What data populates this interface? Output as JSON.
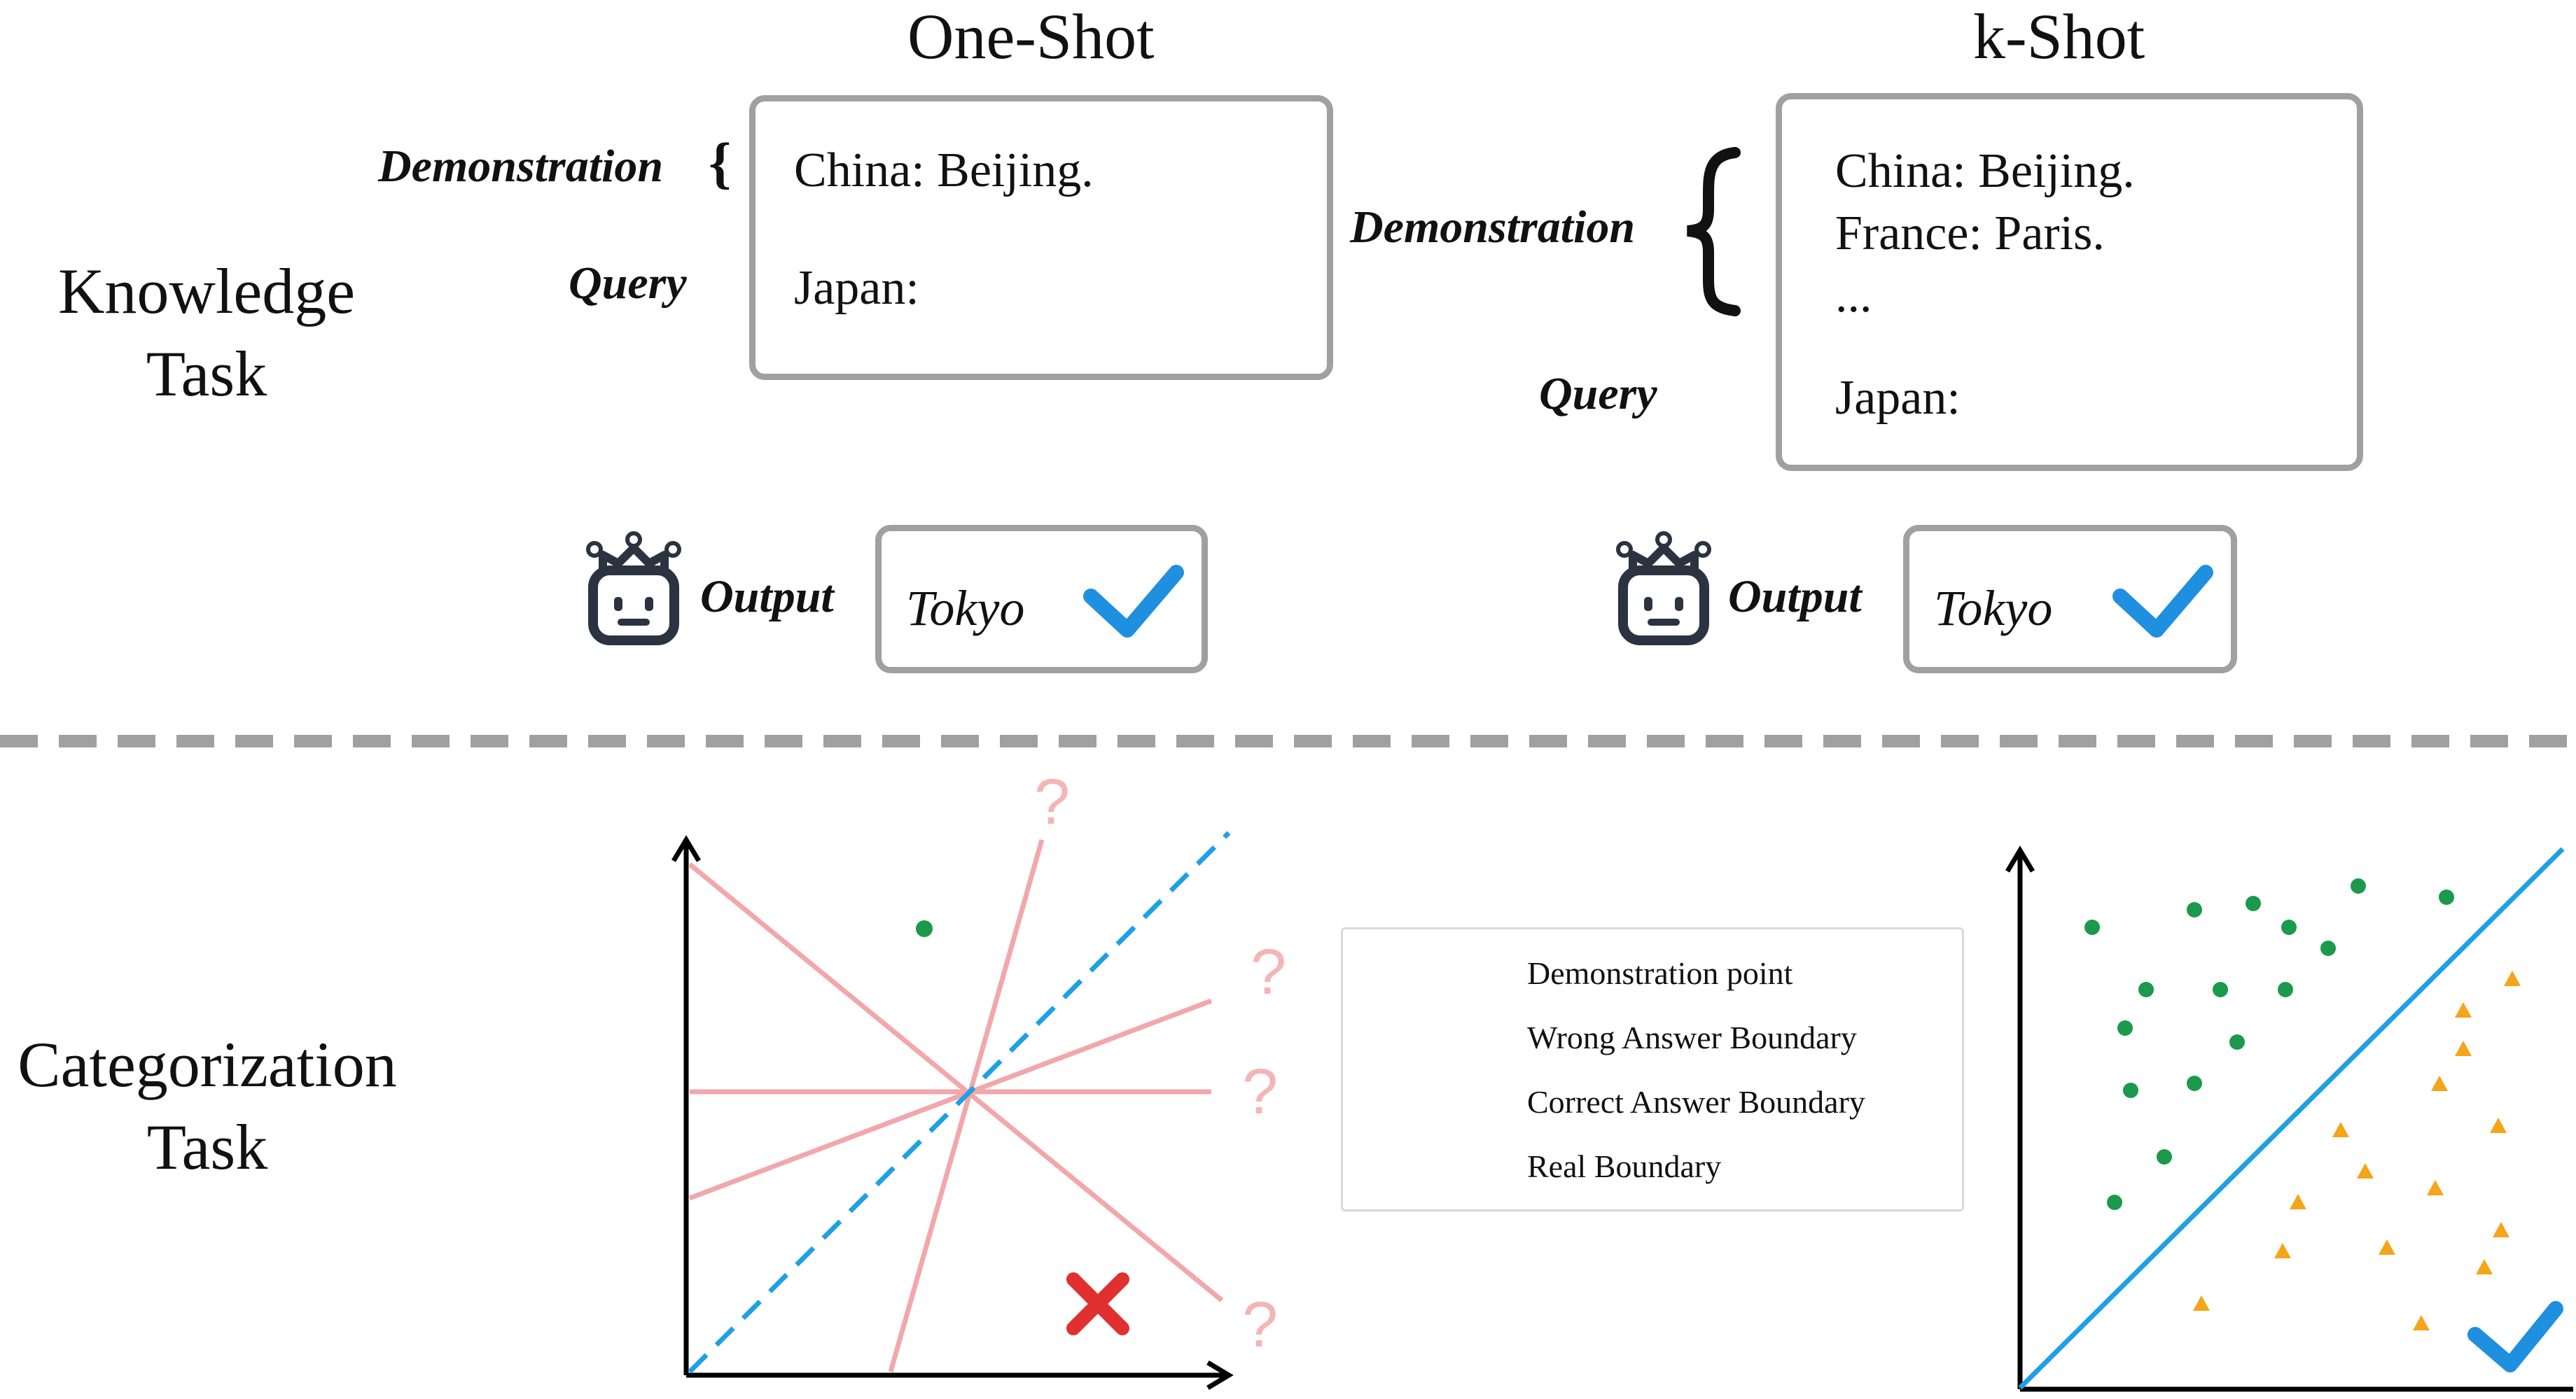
{
  "titles": {
    "one_shot": "One-Shot",
    "k_shot": "k-Shot"
  },
  "rows": {
    "knowledge_line1": "Knowledge",
    "knowledge_line2": "Task",
    "categorization_line1": "Categorization",
    "categorization_line2": "Task"
  },
  "one_shot": {
    "demonstration_label": "Demonstration",
    "brace": "{",
    "query_label": "Query",
    "demo_text": "China: Beijing.",
    "query_text": "Japan:",
    "output_label": "Output",
    "output_value": "Tokyo"
  },
  "k_shot": {
    "demonstration_label": "Demonstration",
    "query_label": "Query",
    "demo_lines": [
      "China: Beijing.",
      "France: Paris.",
      "..."
    ],
    "query_text": "Japan:",
    "output_label": "Output",
    "output_value": "Tokyo"
  },
  "left_plot": {
    "question_marks": [
      "?",
      "?",
      "?",
      "?"
    ]
  },
  "legend": {
    "items": [
      {
        "label": "Demonstration point"
      },
      {
        "label": "Wrong Answer Boundary"
      },
      {
        "label": "Correct Answer Boundary"
      },
      {
        "label": "Real Boundary"
      }
    ]
  },
  "colors": {
    "box_border": "#a0a0a0",
    "check_blue": "#1f8fe0",
    "wrong_red": "#e03030",
    "wrong_line_pink": "#f2a7ab",
    "question_pink": "#f4b5b5",
    "correct_blue": "#1ea0e6",
    "green_point": "#1a9a4a",
    "orange_point": "#f5a51a",
    "divider_gray": "#a0a0a0"
  }
}
